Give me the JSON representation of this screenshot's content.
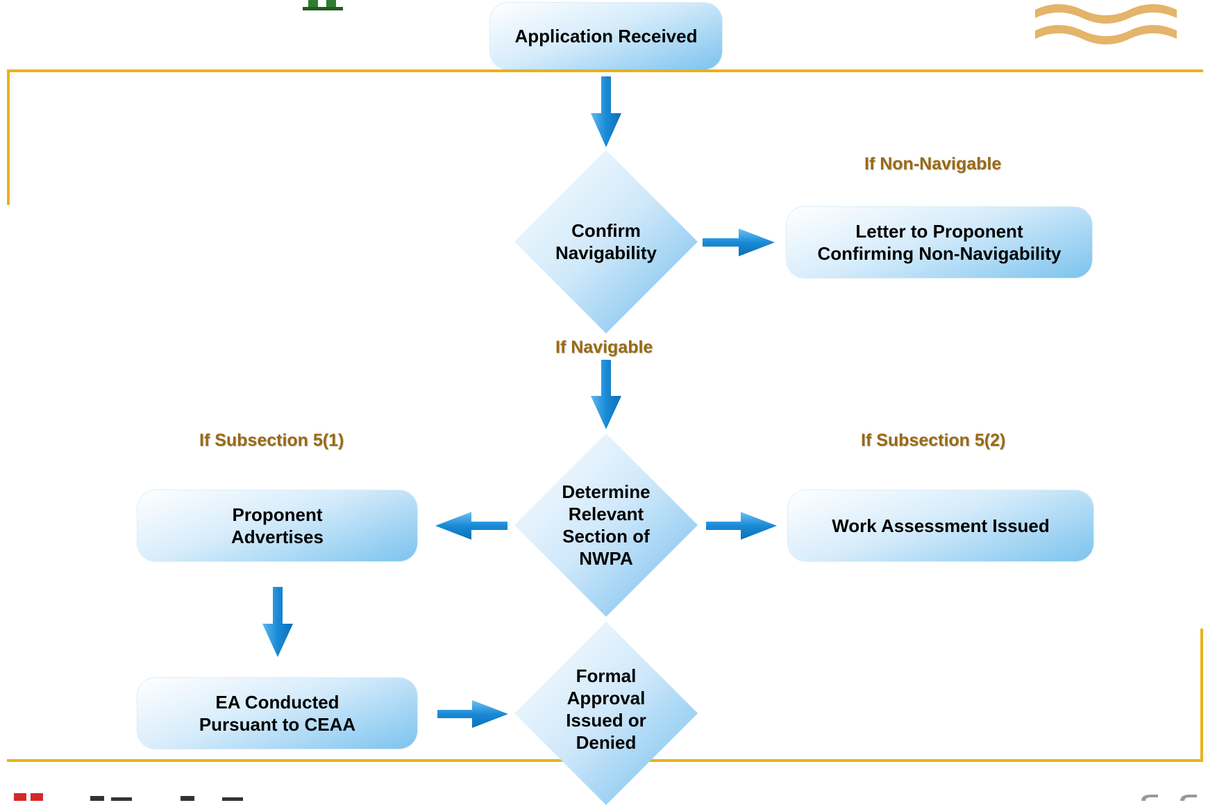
{
  "colors": {
    "frame": "#e7b21c",
    "condition_text": "#9a6a12",
    "arrow": "#1a8ad6",
    "box_light": "#ffffff",
    "box_dark": "#7cc3ee"
  },
  "nodes": {
    "application_received": "Application Received",
    "confirm_navigability": [
      "Confirm",
      "Navigability"
    ],
    "letter_to_proponent": [
      "Letter to Proponent",
      "Confirming Non-Navigability"
    ],
    "determine_section": [
      "Determine",
      "Relevant",
      "Section of",
      "NWPA"
    ],
    "proponent_advertises": [
      "Proponent",
      "Advertises"
    ],
    "work_assessment": "Work Assessment Issued",
    "ea_conducted": [
      "EA Conducted",
      "Pursuant to CEAA"
    ],
    "formal_approval": [
      "Formal",
      "Approval",
      "Issued or",
      "Denied"
    ]
  },
  "conditions": {
    "non_navigable": "If Non-Navigable",
    "navigable": "If Navigable",
    "subsection_5_1": "If Subsection 5(1)",
    "subsection_5_2": "If Subsection 5(2)"
  },
  "icons": {
    "top_left_logo": "green-logo-fragment",
    "top_right_logo": "waves-logo",
    "bottom_left_logo": "canada-flag-fragment"
  }
}
